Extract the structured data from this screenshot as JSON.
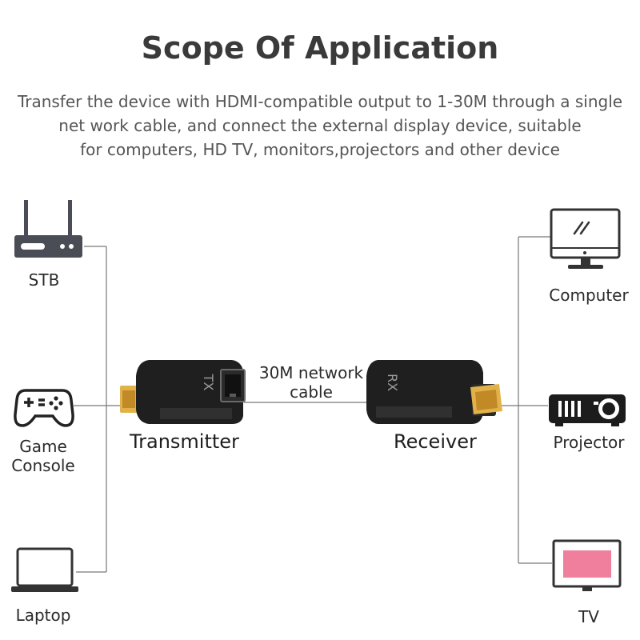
{
  "title": "Scope Of Application",
  "description": [
    "Transfer the device with HDMI-compatible output to 1-30M through a single",
    "net work cable, and connect the external display device, suitable",
    "for computers, HD TV, monitors,projectors and other device"
  ],
  "sources": {
    "stb": "STB",
    "game_console_line1": "Game",
    "game_console_line2": "Console",
    "laptop": "Laptop"
  },
  "transmitter": {
    "label": "Transmitter",
    "marking": "TX"
  },
  "cable": {
    "line1": "30M network",
    "line2": "cable"
  },
  "receiver": {
    "label": "Receiver",
    "marking": "RX"
  },
  "displays": {
    "computer": "Computer",
    "projector": "Projector",
    "tv": "TV"
  },
  "colors": {
    "tv_screen": "#ef7f9c",
    "device_body": "#1f1f1f",
    "hdmi_plug": "#d9a437",
    "lines": "#777777"
  }
}
